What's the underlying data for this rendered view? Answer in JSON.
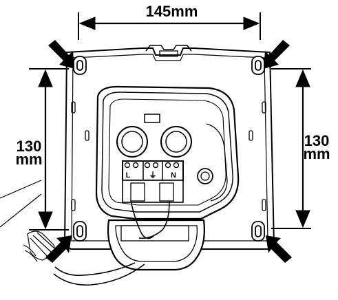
{
  "dimensions": {
    "width_label": "145mm",
    "left_height": {
      "value": "130",
      "unit": "mm"
    },
    "right_height": {
      "value": "130",
      "unit": "mm"
    }
  },
  "terminals": {
    "live": "L",
    "earth": "⏚",
    "neutral": "N"
  },
  "colors": {
    "ink": "#000000",
    "paper": "#ffffff",
    "shade": "#d9d9d9"
  }
}
